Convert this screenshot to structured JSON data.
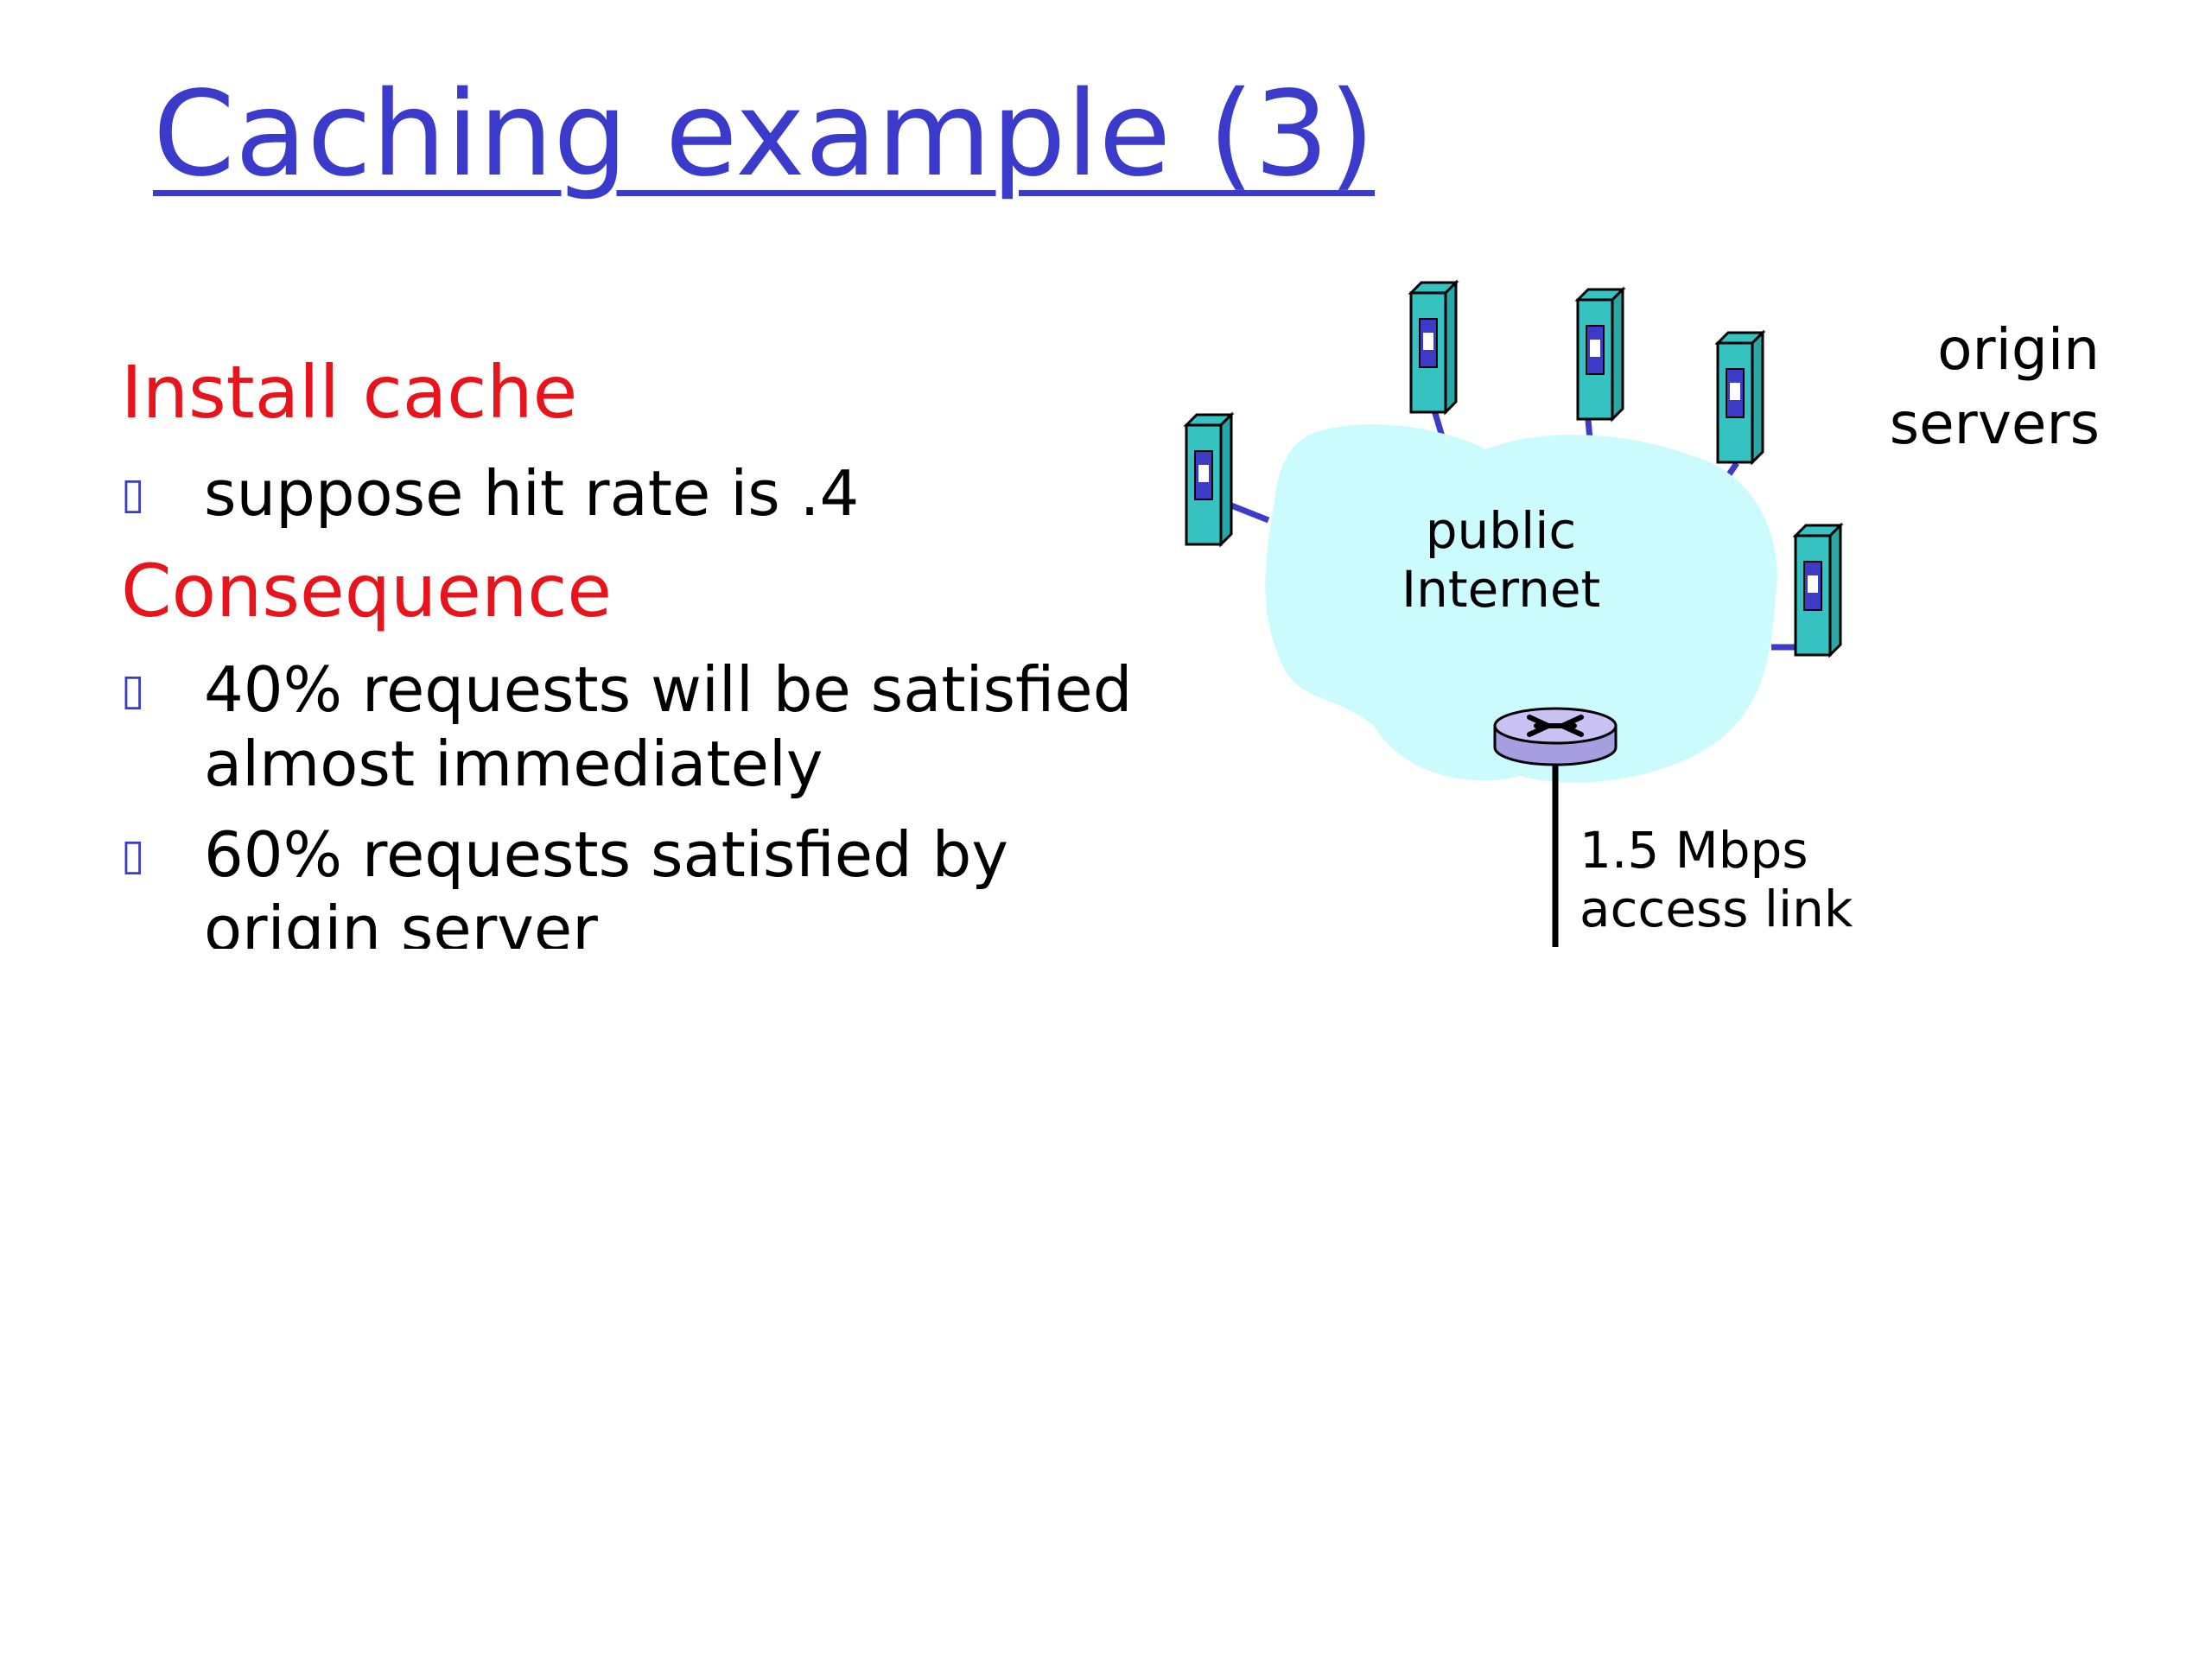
{
  "slide": {
    "title": "Caching example (3)"
  },
  "colors": {
    "title": "#3a3acb",
    "heading": "#e8141c",
    "cloud": "#ccfbfe",
    "server": "#37c2c2",
    "server_panel": "#3b3bc8",
    "link": "#3b3bc8",
    "router": "#c9c2f2"
  },
  "sections": [
    {
      "heading": "Install cache",
      "bullets": [
        {
          "icon": "square-bullet-icon",
          "lines": [
            "suppose hit rate is .4"
          ]
        }
      ]
    },
    {
      "heading": "Consequence",
      "bullets": [
        {
          "icon": "square-bullet-icon",
          "lines": [
            "40% requests will be satisfied",
            "almost immediately"
          ]
        },
        {
          "icon": "square-bullet-icon",
          "lines": [
            "60% requests satisfied by",
            "origin server"
          ]
        }
      ]
    }
  ],
  "diagram": {
    "cloud_label": [
      "public",
      "Internet"
    ],
    "servers_label": [
      "origin",
      "servers"
    ],
    "link_label": [
      "1.5 Mbps",
      "access link"
    ],
    "icons": [
      "server-icon",
      "router-icon",
      "cloud-shape"
    ]
  }
}
